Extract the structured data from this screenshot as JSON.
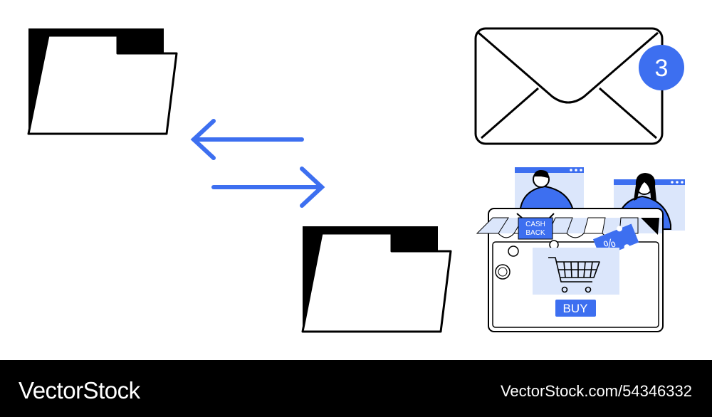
{
  "illustration": {
    "mail_badge_count": "3",
    "cashback_label_line1": "CASH",
    "cashback_label_line2": "BACK",
    "buy_label": "BUY",
    "percent_symbol": "%"
  },
  "footer": {
    "brand": "VectorStock",
    "url": "VectorStock.com/54346332"
  },
  "colors": {
    "accent": "#3d6ff0",
    "light_accent": "#dbe6fb",
    "ink": "#000000",
    "footer_bg": "#000000"
  }
}
